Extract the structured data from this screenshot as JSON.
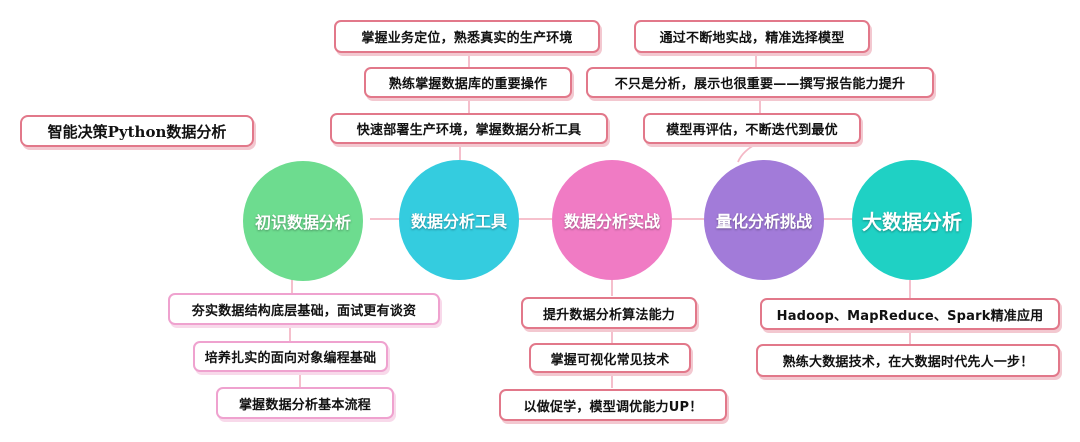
{
  "title": "智能决策Python数据分析",
  "topics": [
    {
      "label": "初识数据分析",
      "color": "#6ddc8f"
    },
    {
      "label": "数据分析工具",
      "color": "#34ccdf"
    },
    {
      "label": "数据分析实战",
      "color": "#f07bc4"
    },
    {
      "label": "量化分析挑战",
      "color": "#a27bd9"
    },
    {
      "label": "大数据分析",
      "color": "#1fd1c4"
    }
  ],
  "top_left": [
    "掌握业务定位，熟悉真实的生产环境",
    "熟练掌握数据库的重要操作",
    "快速部署生产环境，掌握数据分析工具"
  ],
  "top_right": [
    "通过不断地实战，精准选择模型",
    "不只是分析，展示也很重要——撰写报告能力提升",
    "模型再评估，不断迭代到最优"
  ],
  "bottom_left": [
    "夯实数据结构底层基础，面试更有谈资",
    "培养扎实的面向对象编程基础",
    "掌握数据分析基本流程"
  ],
  "bottom_mid": [
    "提升数据分析算法能力",
    "掌握可视化常见技术",
    "以做促学，模型调优能力UP！"
  ],
  "bottom_right": [
    "Hadoop、MapReduce、Spark精准应用",
    "熟练大数据技术，在大数据时代先人一步！"
  ],
  "colors": {
    "red_border": "#e2788a",
    "pink_border": "#efa2cf",
    "connector": "#f4b8c6"
  }
}
